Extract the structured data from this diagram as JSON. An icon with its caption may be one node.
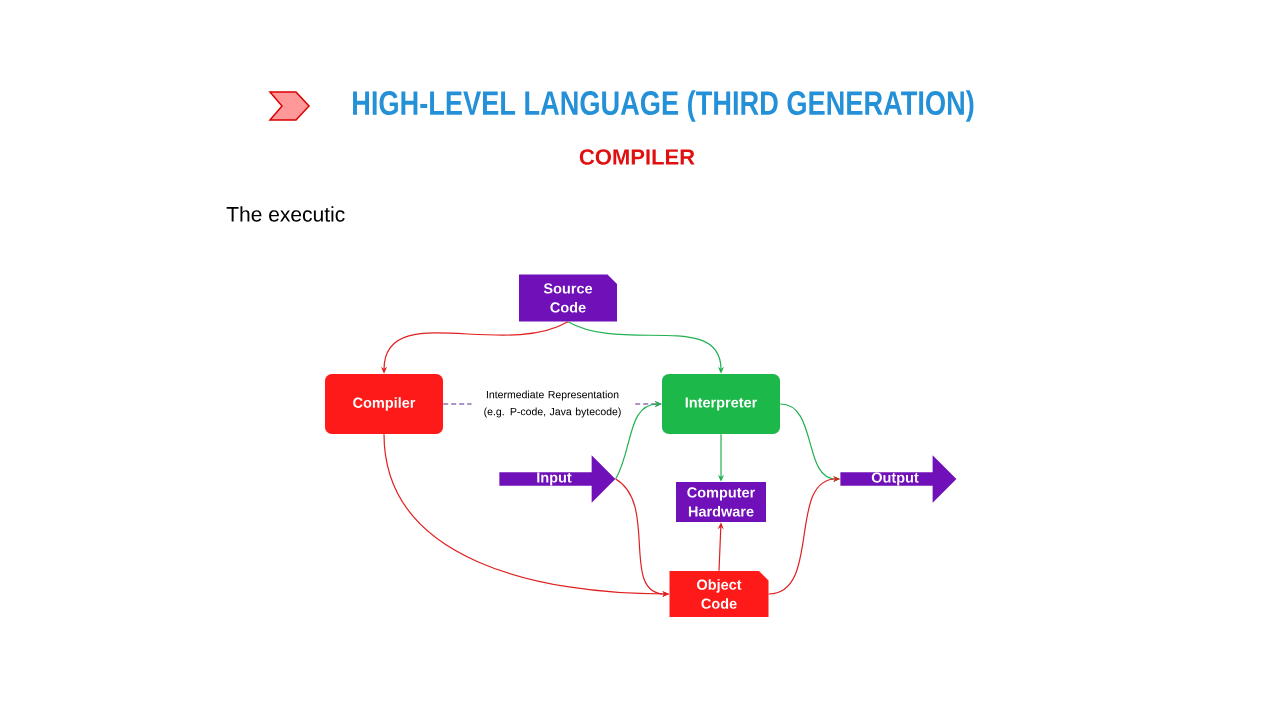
{
  "diagram": {
    "title": "HIGH-LEVEL LANGUAGE (THIRD GENERATION)",
    "nodes": [
      {
        "text": [
          "Source Code"
        ]
      },
      {
        "text": [
          "Compiler"
        ]
      },
      {
        "text": [
          "Interpreter"
        ]
      },
      {
        "text": [
          "Input"
        ]
      },
      {
        "text": [
          "Computer Hardware"
        ]
      },
      {
        "text": [
          "Output"
        ]
      },
      {
        "text": [
          "Object Code"
        ]
      }
    ],
    "edges": [
      {
        "from": 0,
        "to": 1,
        "arrow": "to",
        "color": "#e02020"
      },
      {
        "from": 0,
        "to": 2,
        "arrow": "to",
        "color": "#20b050"
      },
      {
        "from": 1,
        "to": 2,
        "arrow": "to",
        "label": "Intermediate Representation (e.g. P-code, Java bytecode)",
        "style": "dashed",
        "color": "#5a2a8a"
      },
      {
        "from": 3,
        "to": 2,
        "arrow": "to",
        "color": "#20b050"
      },
      {
        "from": 2,
        "to": 4,
        "arrow": "to",
        "color": "#20b050"
      },
      {
        "from": 2,
        "to": 5,
        "arrow": "to",
        "color": "#20b050"
      },
      {
        "from": 3,
        "to": 6,
        "arrow": "to",
        "color": "#e02020"
      },
      {
        "from": 1,
        "to": 6,
        "arrow": "to",
        "color": "#e02020"
      },
      {
        "from": 6,
        "to": 4,
        "arrow": "to",
        "color": "#e02020"
      },
      {
        "from": 6,
        "to": 5,
        "arrow": "to",
        "color": "#e02020"
      }
    ],
    "labels": [
      "COMPILER",
      "The executic"
    ]
  }
}
